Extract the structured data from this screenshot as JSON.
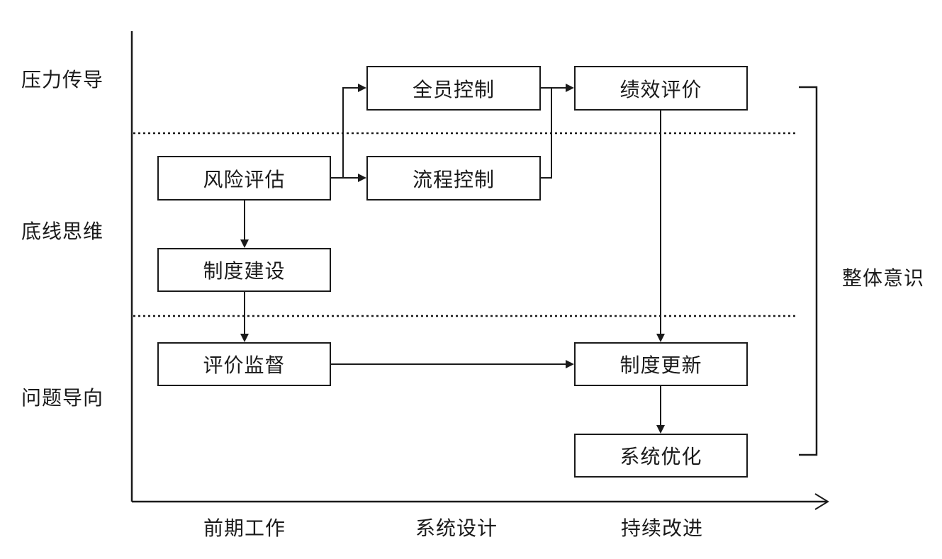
{
  "rows": {
    "pressure": "压力传导",
    "bottom_line": "底线思维",
    "problem": "问题导向"
  },
  "columns": {
    "early": "前期工作",
    "design": "系统设计",
    "improve": "持续改进"
  },
  "side_label": "整体意识",
  "nodes": {
    "all_staff": "全员控制",
    "performance": "绩效评价",
    "risk": "风险评估",
    "process": "流程控制",
    "system_build": "制度建设",
    "supervision": "评价监督",
    "system_update": "制度更新",
    "optimization": "系统优化"
  },
  "colors": {
    "ink": "#1a1a1a",
    "background": "#ffffff"
  }
}
